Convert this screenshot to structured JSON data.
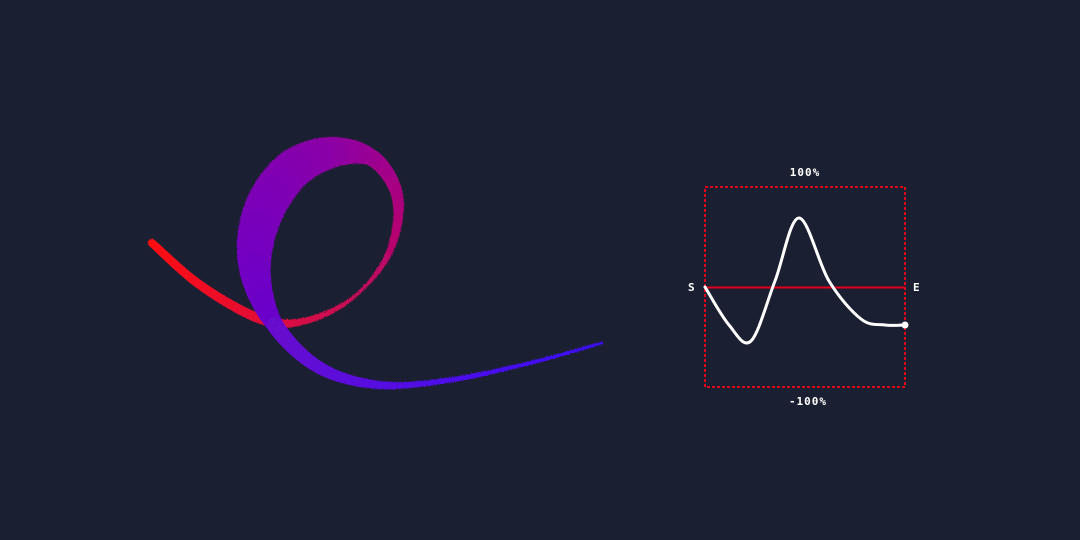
{
  "graph": {
    "label_max": "100%",
    "label_min": "-100%",
    "label_start": "S",
    "label_end": "E",
    "curve_points": [
      {
        "x": 0.0,
        "y": 0
      },
      {
        "x": 0.12,
        "y": -38
      },
      {
        "x": 0.23,
        "y": -54
      },
      {
        "x": 0.35,
        "y": 6
      },
      {
        "x": 0.47,
        "y": 69
      },
      {
        "x": 0.62,
        "y": 6
      },
      {
        "x": 0.78,
        "y": -32
      },
      {
        "x": 0.9,
        "y": -38
      },
      {
        "x": 1.0,
        "y": -38
      }
    ]
  },
  "colors": {
    "background": "#1a2031",
    "box_border": "#e0001b",
    "axis_line": "#e0001b",
    "curve": "#ffffff",
    "stroke_start": "#ff1010",
    "stroke_mid": "#8a00a8",
    "stroke_end": "#3a10ff"
  },
  "stroke": {
    "kind": "brush-loop-gradient"
  }
}
